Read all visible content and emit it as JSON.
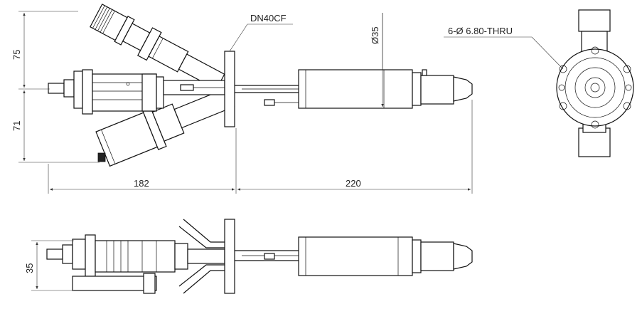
{
  "labels": {
    "flange": "DN40CF",
    "dia_35": "Ø35",
    "holes": "6-Ø 6.80-THRU",
    "dim_75": "75",
    "dim_71": "71",
    "dim_182": "182",
    "dim_220": "220",
    "dim_35_side": "35"
  }
}
